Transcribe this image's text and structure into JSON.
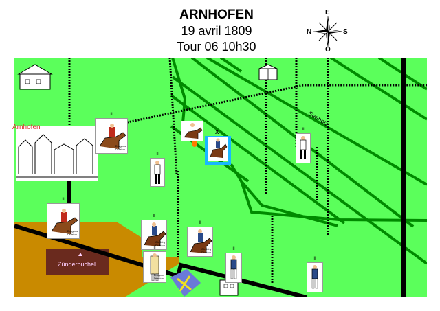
{
  "header": {
    "title": "ARNHOFEN",
    "date": "19 avril 1809",
    "turn": "Tour 06  10h30"
  },
  "compass": {
    "north": "N",
    "south": "O",
    "east": "S",
    "top": "E"
  },
  "map": {
    "town_label": "Arnhofen",
    "stream_label": "Seehotz",
    "hill_label": "Zünderbuchel",
    "selection_marker": "X",
    "colors": {
      "field": "#5bff5b",
      "forest_lines": "#008a00",
      "hill": "#c98a00",
      "hill_dark": "#6a2a1e",
      "road": "#000000",
      "selection": "#18b7ff"
    }
  },
  "units": [
    {
      "name": "dragoons-1",
      "size": "II",
      "label": "Dragons\nDivision"
    },
    {
      "name": "dragoons-2",
      "size": "II",
      "label": "Dragons\nDivision"
    },
    {
      "name": "chevau-leger-1",
      "size": "II",
      "label": "Ch. Lég\nDivision"
    },
    {
      "name": "chevau-leger-2",
      "size": "II",
      "label": "Ch. Lég\nDivision"
    },
    {
      "name": "dragoons-3",
      "size": "II",
      "label": "Dragons\nDivision"
    },
    {
      "name": "infantry-1",
      "size": "II",
      "label": ""
    },
    {
      "name": "infantry-2",
      "size": "II",
      "label": ""
    },
    {
      "name": "infantry-3",
      "size": "II",
      "label": ""
    },
    {
      "name": "infantry-4",
      "size": "II",
      "label": ""
    },
    {
      "name": "general-1",
      "size": "",
      "label": ""
    },
    {
      "name": "selected-unit",
      "size": "",
      "label": ""
    }
  ]
}
